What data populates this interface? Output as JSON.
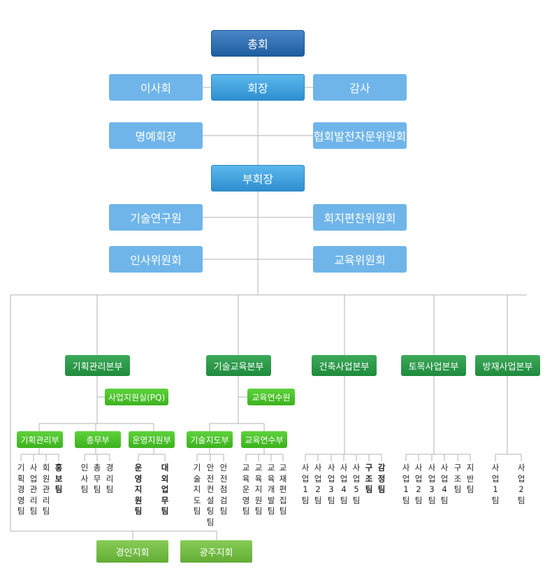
{
  "top": {
    "assembly": "총회",
    "president": "회장",
    "board": "이사회",
    "audit": "감사",
    "honorary": "명예회장",
    "dev_committee": "협회발전자문위원회",
    "vice": "부회장",
    "tech_institute": "기술연구원",
    "fee_committee": "회지편찬위원회",
    "hr_committee": "인사위원회",
    "edu_committee": "교육위원회"
  },
  "hq": {
    "planning": "기획관리본부",
    "tech_edu": "기술교육본부",
    "arch": "건축사업본부",
    "civil": "토목사업본부",
    "disaster": "방재사업본부"
  },
  "offices": {
    "pq": "사업지원실(PQ)",
    "edu_center": "교육연수원"
  },
  "depts": {
    "plan_mgmt": "기획관리부",
    "general": "총무부",
    "ops_support": "운영지원부",
    "tech_guide": "기술지도부",
    "edu_training": "교육연수부"
  },
  "teams": {
    "plan_mgmt": [
      "기획경영팀",
      "사업관리팀",
      "회원관리팀",
      "홍보팀"
    ],
    "general": [
      "인사팀",
      "총무팀",
      "경리팀"
    ],
    "ops_support": [
      "운영지원팀",
      "대외업무팀"
    ],
    "tech_guide": [
      "기술지도팀",
      "안전컨설팅팀",
      "안전점검팀"
    ],
    "edu_training": [
      "교육운영팀",
      "교육지원팀",
      "교육개발팀",
      "교재편집팀"
    ],
    "arch": [
      "사업1팀",
      "사업2팀",
      "사업3팀",
      "사업4팀",
      "사업5팀",
      "구조팀",
      "감정팀"
    ],
    "civil": [
      "사업1팀",
      "사업2팀",
      "사업3팀",
      "사업4팀",
      "구조팀",
      "지반팀"
    ],
    "disaster": [
      "사업1팀",
      "사업2팀"
    ]
  },
  "branches": {
    "gyeongin": "경인지회",
    "gwangju": "광주지회"
  },
  "colors": {
    "line": "#b3b3b3",
    "dark_blue": "#2a6cb0",
    "mid_blue": "#3a9ddc",
    "light_blue": "#6fb5ea",
    "dark_green": "#259345",
    "light_green": "#4cc22c",
    "branch_green": "#74bd47"
  }
}
